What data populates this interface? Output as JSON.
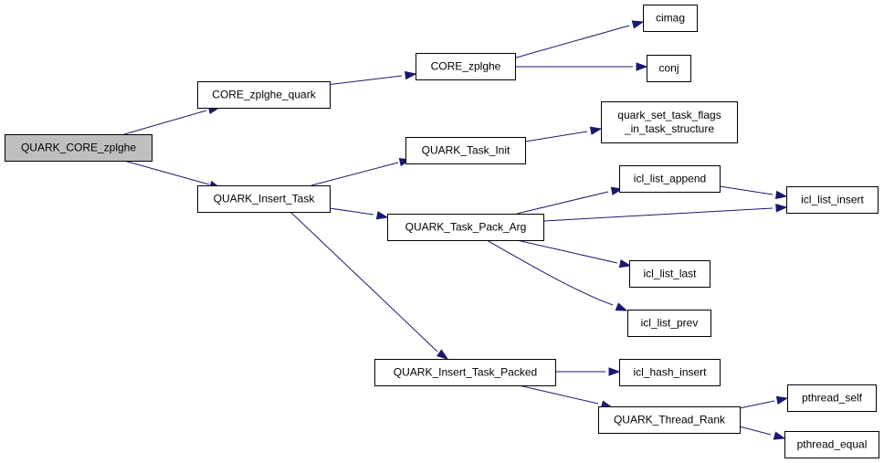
{
  "graph": {
    "root": "QUARK_CORE_zplghe",
    "nodes": [
      {
        "id": "root",
        "lines": [
          "QUARK_CORE_zplghe"
        ],
        "root": true
      },
      {
        "id": "core_zplghe_quark",
        "lines": [
          "CORE_zplghe_quark"
        ]
      },
      {
        "id": "quark_insert_task",
        "lines": [
          "QUARK_Insert_Task"
        ]
      },
      {
        "id": "core_zplghe",
        "lines": [
          "CORE_zplghe"
        ]
      },
      {
        "id": "cimag",
        "lines": [
          "cimag"
        ]
      },
      {
        "id": "conj",
        "lines": [
          "conj"
        ]
      },
      {
        "id": "quark_task_init",
        "lines": [
          "QUARK_Task_Init"
        ]
      },
      {
        "id": "quark_set_task_flags",
        "lines": [
          "quark_set_task_flags",
          "_in_task_structure"
        ]
      },
      {
        "id": "quark_task_pack_arg",
        "lines": [
          "QUARK_Task_Pack_Arg"
        ]
      },
      {
        "id": "icl_list_append",
        "lines": [
          "icl_list_append"
        ]
      },
      {
        "id": "icl_list_insert",
        "lines": [
          "icl_list_insert"
        ]
      },
      {
        "id": "icl_list_last",
        "lines": [
          "icl_list_last"
        ]
      },
      {
        "id": "icl_list_prev",
        "lines": [
          "icl_list_prev"
        ]
      },
      {
        "id": "quark_insert_task_packed",
        "lines": [
          "QUARK_Insert_Task_Packed"
        ]
      },
      {
        "id": "icl_hash_insert",
        "lines": [
          "icl_hash_insert"
        ]
      },
      {
        "id": "quark_thread_rank",
        "lines": [
          "QUARK_Thread_Rank"
        ]
      },
      {
        "id": "pthread_self",
        "lines": [
          "pthread_self"
        ]
      },
      {
        "id": "pthread_equal",
        "lines": [
          "pthread_equal"
        ]
      }
    ],
    "edges": [
      {
        "from": "root",
        "to": "core_zplghe_quark"
      },
      {
        "from": "root",
        "to": "quark_insert_task"
      },
      {
        "from": "core_zplghe_quark",
        "to": "core_zplghe"
      },
      {
        "from": "core_zplghe",
        "to": "cimag"
      },
      {
        "from": "core_zplghe",
        "to": "conj"
      },
      {
        "from": "quark_insert_task",
        "to": "quark_task_init"
      },
      {
        "from": "quark_insert_task",
        "to": "quark_task_pack_arg"
      },
      {
        "from": "quark_insert_task",
        "to": "quark_insert_task_packed"
      },
      {
        "from": "quark_task_init",
        "to": "quark_set_task_flags"
      },
      {
        "from": "quark_task_pack_arg",
        "to": "icl_list_append"
      },
      {
        "from": "quark_task_pack_arg",
        "to": "icl_list_insert"
      },
      {
        "from": "quark_task_pack_arg",
        "to": "icl_list_last"
      },
      {
        "from": "quark_task_pack_arg",
        "to": "icl_list_prev"
      },
      {
        "from": "icl_list_append",
        "to": "icl_list_insert"
      },
      {
        "from": "quark_insert_task_packed",
        "to": "icl_hash_insert"
      },
      {
        "from": "quark_insert_task_packed",
        "to": "quark_thread_rank"
      },
      {
        "from": "quark_thread_rank",
        "to": "pthread_self"
      },
      {
        "from": "quark_thread_rank",
        "to": "pthread_equal"
      }
    ],
    "colors": {
      "edge": "#191970",
      "node_border": "#000000",
      "node_fill": "#ffffff",
      "root_fill": "#bfbfbf"
    }
  }
}
